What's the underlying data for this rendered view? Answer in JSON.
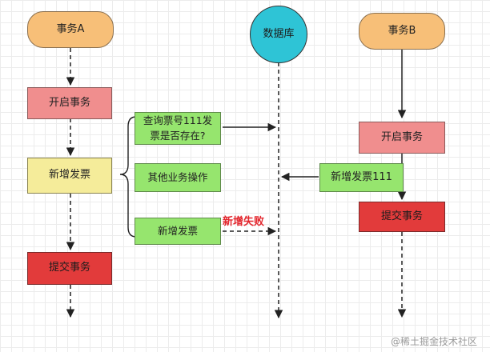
{
  "lanes": {
    "a_title": "事务A",
    "db_title": "数据库",
    "b_title": "事务B"
  },
  "a_steps": {
    "begin": "开启事务",
    "insert": "新增发票",
    "commit": "提交事务"
  },
  "a_ops": {
    "query": "查询票号111发票是否存在?",
    "other": "其他业务操作",
    "insert": "新增发票"
  },
  "b_steps": {
    "begin": "开启事务",
    "insert": "新增发票111",
    "commit": "提交事务"
  },
  "fail_label": "新增失败",
  "watermark": "@稀土掘金技术社区",
  "colors": {
    "terminal": "#f7bf78",
    "database": "#2ec4d6",
    "begin": "#f08e8e",
    "insert_a": "#f5ec9a",
    "commit": "#e23b3b",
    "operation": "#96e56e",
    "fail_text": "#e3262d"
  }
}
